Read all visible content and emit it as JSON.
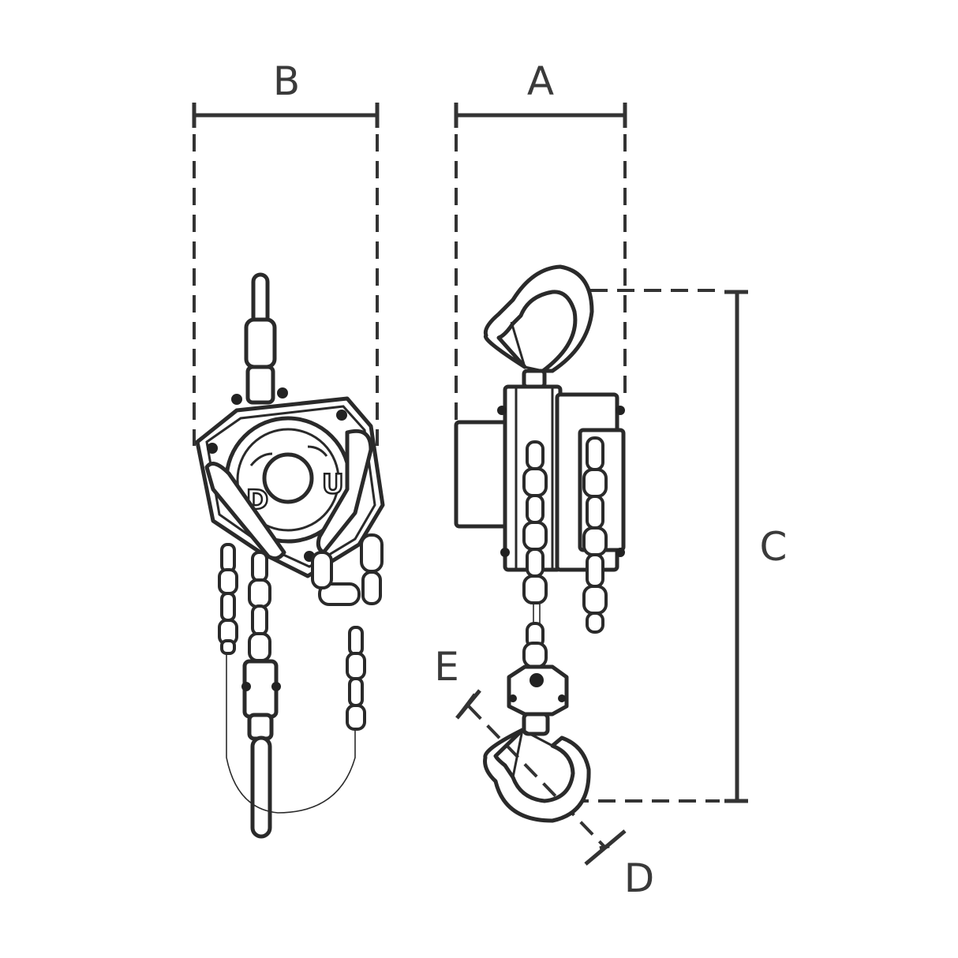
{
  "colors": {
    "line": "#333333",
    "background": "#ffffff"
  },
  "dimensions": {
    "a": "A",
    "b": "B",
    "c": "C",
    "d": "D",
    "e": "E"
  },
  "housing_marks": {
    "down": "D",
    "up": "U"
  }
}
